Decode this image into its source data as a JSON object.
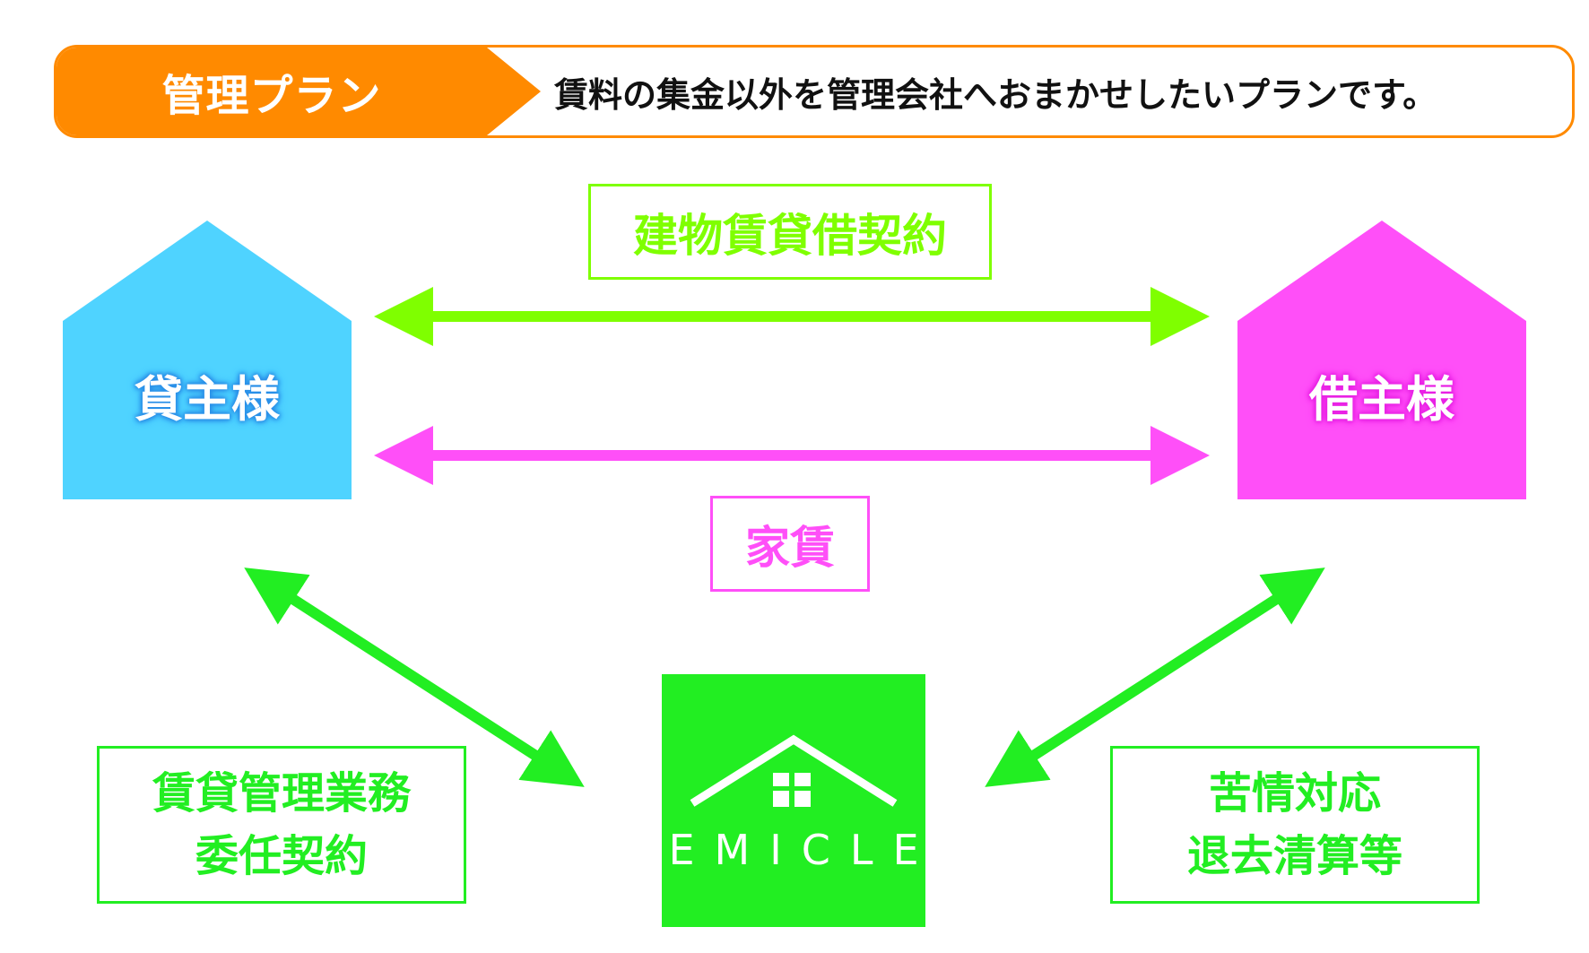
{
  "banner": {
    "tag": "管理プラン",
    "description": "賃料の集金以外を管理会社へおまかせしたいプランです。"
  },
  "labels": {
    "contract": "建物賃貸借契約",
    "rent": "家賃",
    "lessor": "貸主様",
    "tenant": "借主様",
    "management_line1": "賃貸管理業務",
    "management_line2": "委任契約",
    "support_line1": "苦情対応",
    "support_line2": "退去清算等"
  },
  "logo": {
    "word": "EMICLE"
  },
  "colors": {
    "orange": "#ff8a00",
    "lessor_blue": "#4fd3ff",
    "tenant_magenta": "#ff4ff8",
    "lime": "#7fff00",
    "green": "#22ee22"
  }
}
